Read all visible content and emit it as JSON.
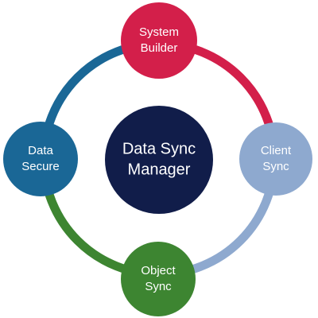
{
  "diagram": {
    "center": {
      "line1": "Data Sync",
      "line2": "Manager",
      "color": "#111d4a"
    },
    "nodes": [
      {
        "id": "system-builder",
        "line1": "System",
        "line2": "Builder",
        "color": "#d31f4a"
      },
      {
        "id": "client-sync",
        "line1": "Client",
        "line2": "Sync",
        "color": "#8ea9cf"
      },
      {
        "id": "object-sync",
        "line1": "Object",
        "line2": "Sync",
        "color": "#3d8531"
      },
      {
        "id": "data-secure",
        "line1": "Data",
        "line2": "Secure",
        "color": "#1a6796"
      }
    ],
    "ring_segments": [
      {
        "from": "system-builder",
        "to": "client-sync",
        "color": "#d31f4a"
      },
      {
        "from": "client-sync",
        "to": "object-sync",
        "color": "#8ea9cf"
      },
      {
        "from": "object-sync",
        "to": "data-secure",
        "color": "#3d8531"
      },
      {
        "from": "data-secure",
        "to": "system-builder",
        "color": "#1a6796"
      }
    ]
  }
}
